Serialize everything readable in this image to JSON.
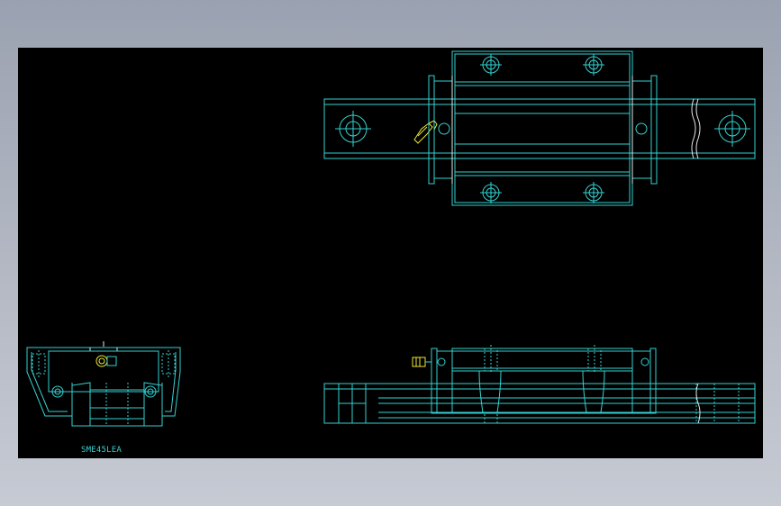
{
  "drawing": {
    "part_label": "SME45LEA",
    "colors": {
      "background": "#000000",
      "outline": "#35d2d2",
      "accent": "#f0e830",
      "secondary": "#e8e8e8",
      "frame": "#b4b9c4"
    },
    "views": [
      "top-view",
      "end-view",
      "side-view"
    ]
  }
}
